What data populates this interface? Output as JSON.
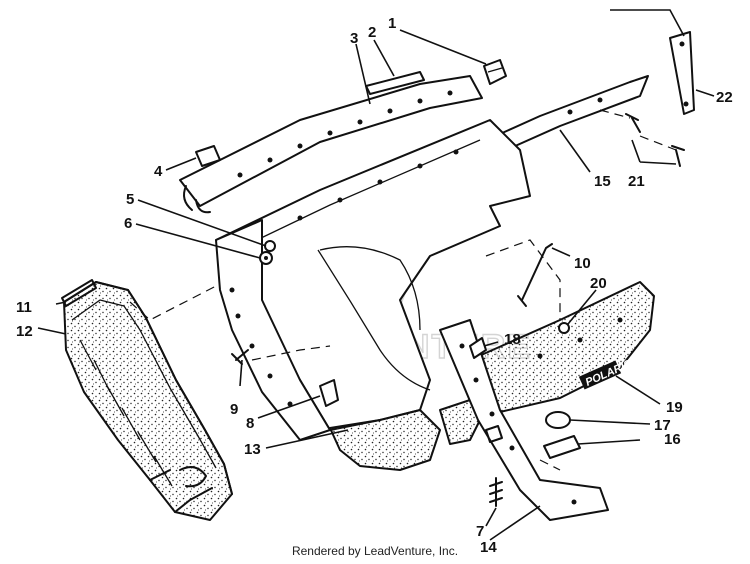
{
  "diagram": {
    "callouts": [
      "1",
      "2",
      "3",
      "4",
      "5",
      "6",
      "7",
      "8",
      "9",
      "10",
      "11",
      "12",
      "13",
      "14",
      "15",
      "16",
      "17",
      "18",
      "19",
      "20",
      "21",
      "22"
    ],
    "watermark": "LEADVENTURE",
    "badge_text": "POLARIS",
    "footer": "Rendered by LeadVenture, Inc."
  },
  "colors": {
    "ink": "#111111",
    "paper": "#ffffff",
    "watermark": "#d4d4d4"
  }
}
